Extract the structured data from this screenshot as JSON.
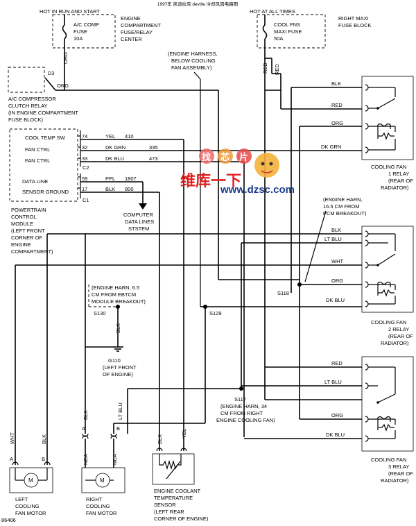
{
  "header": {
    "title": "1997年 凯迪拉克 deville 冷却风扇电路图"
  },
  "fuse_ac": {
    "supply": "HOT IN RUN AND START",
    "name1": "A/C COMP",
    "name2": "FUSE",
    "rating": "10A",
    "center1": "ENGINE",
    "center2": "COMPARTMENT",
    "center3": "FUSE/RELAY",
    "center4": "CENTER",
    "wire": "ORG"
  },
  "fuse_fans": {
    "supply": "HOT AT ALL TIMES",
    "name1": "COOL FNS",
    "name2": "MAXI FUSE",
    "rating": "50A",
    "block1": "RIGHT MAXI",
    "block2": "FUSE BLOCK",
    "wire1": "RED",
    "wire2": "RED"
  },
  "ac_relay": {
    "pin": "D3",
    "wire": "ORG",
    "l1": "A/C COMPRESSOR",
    "l2": "CLUTCH RELAY",
    "l3": "(IN ENGINE COMPARTMENT",
    "l4": "FUSE BLOCK)"
  },
  "harness_top": {
    "l1": "(ENGINE HARNESS,",
    "l2": "BELOW COOLING",
    "l3": "FAN ASSEMBLY)"
  },
  "pcm": {
    "rows": [
      {
        "label": "COOL TEMP SW",
        "pin": "74",
        "color": "YEL",
        "circuit": "410"
      },
      {
        "label": "FAN CTRL",
        "pin": "32",
        "color": "DK GRN",
        "circuit": "335"
      },
      {
        "label": "FAN CTRL",
        "pin": "33",
        "color": "DK BLU",
        "circuit": "473"
      },
      {
        "label": "DATA LINE",
        "pin": "59",
        "color": "PPL",
        "circuit": "1807"
      },
      {
        "label": "SENSOR GROUND",
        "pin": "17",
        "color": "BLK",
        "circuit": "800"
      }
    ],
    "conn_c2": "C2",
    "conn_c1": "C1",
    "l1": "POWERTRAIN",
    "l2": "CONTROL",
    "l3": "MODULE",
    "l4": "(LEFT FRONT",
    "l5": "CORNER OF",
    "l6": "ENGINE",
    "l7": "COMPARTMENT)"
  },
  "data_lines": {
    "l1": "COMPUTER",
    "l2": "DATA LINES",
    "l3": "STSTEM"
  },
  "relay1": {
    "wires": [
      "BLK",
      "RED",
      "ORG",
      "DK GRN"
    ],
    "l1": "COOLING FAN",
    "l2": "1 RELAY",
    "l3": "(REAR OF",
    "l4": "RADIATOR)"
  },
  "relay2": {
    "wires": [
      "BLK",
      "LT BLU",
      "WHT",
      "ORG",
      "DK BLU"
    ],
    "l1": "COOLING FAN",
    "l2": "2 RELAY",
    "l3": "(REAR OF",
    "l4": "RADIATOR)"
  },
  "relay3": {
    "wires": [
      "RED",
      "LT BLU",
      "ORG",
      "DK BLU"
    ],
    "l1": "COOLING FAN",
    "l2": "3 RELAY",
    "l3": "(REAR OF",
    "l4": "RADIATOR)"
  },
  "harness_165": {
    "l1": "(ENGINE HARN,",
    "l2": "16.5 CM FROM",
    "l3": "PCM BREAKOUT)"
  },
  "harness_65": {
    "l1": "(ENGINE HARN, 6.5",
    "l2": "CM FROM EBTCM",
    "l3": "MODULE BREAKOUT)"
  },
  "harness_34": {
    "l1": "(ENGINE HARN, 34",
    "l2": "CM FROM RIGHT",
    "l3": "ENGINE COOLING FAN)"
  },
  "splices": {
    "s118": "S118",
    "s130": "S130",
    "s129": "S129",
    "s117": "S117"
  },
  "ground": {
    "wire": "BLK",
    "id": "G110",
    "l1": "(LEFT FRONT",
    "l2": "OF ENGINE)"
  },
  "left_motor": {
    "wire_a": "WHT",
    "wire_b": "BLK",
    "pin_a": "A",
    "pin_b": "B",
    "l1": "LEFT",
    "l2": "COOLING",
    "l3": "FAN MOTOR"
  },
  "right_motor": {
    "wire_a": "BLK",
    "wire_b": "LT BLU",
    "pin_a": "A",
    "pin_b": "B",
    "nca": "NCA",
    "l1": "RIGHT",
    "l2": "COOLING",
    "l3": "FAN MOTOR"
  },
  "sensor": {
    "wire_a": "BLK",
    "wire_b": "YEL",
    "l1": "ENGINE COOLANT",
    "l2": "TEMPERATURE",
    "l3": "SENSOR",
    "l4": "(LEFT REAR",
    "l5": "CORNER OF ENGINE)"
  },
  "figure_id": "86406",
  "watermark": {
    "a": "找",
    "b": "芯",
    "c": "片",
    "main": "维库一下",
    "url": "www.dzsc.com"
  }
}
